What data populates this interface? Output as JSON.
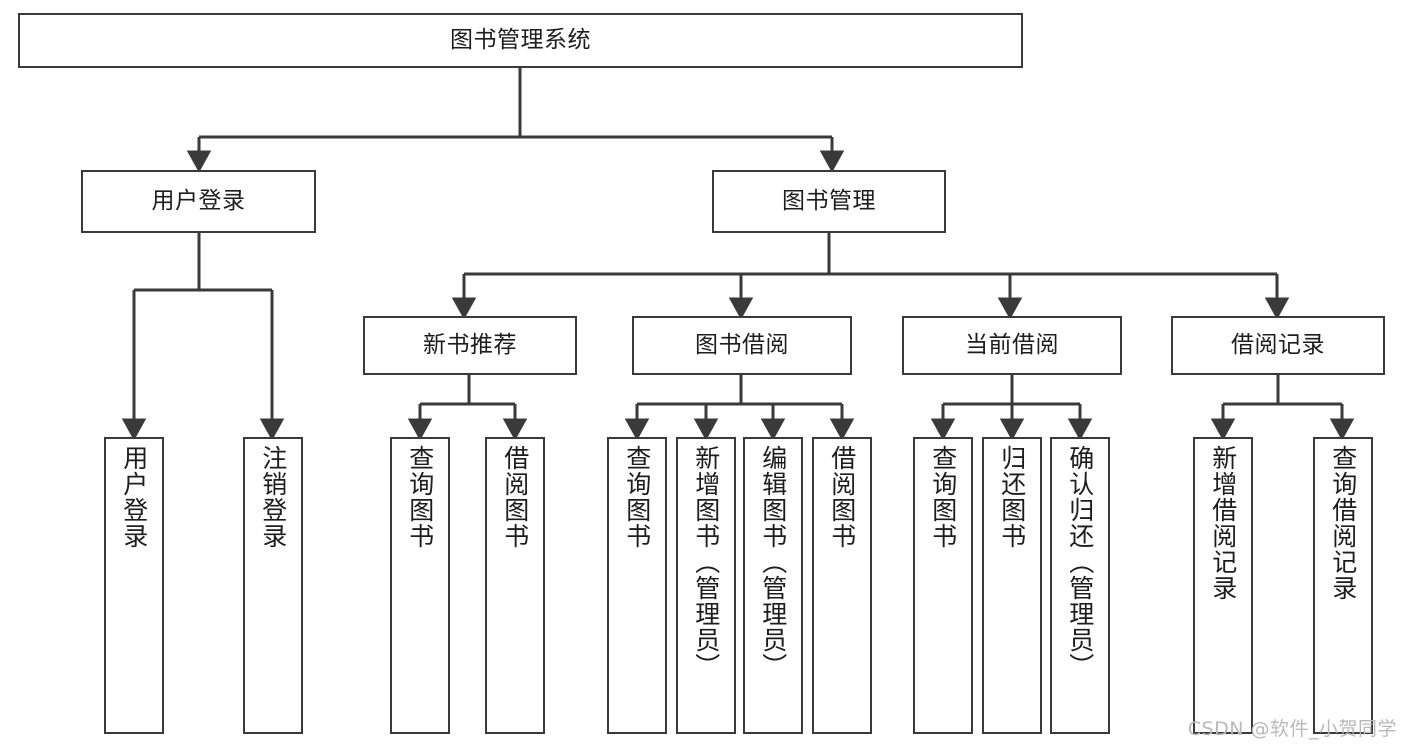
{
  "diagram": {
    "type": "tree-hierarchy",
    "title": "图书管理系统",
    "edge_color": "#3a3a3a",
    "box_border_color": "#3a3a3a",
    "box_fill_color": "#ffffff",
    "text_color": "#1d1d1d",
    "nodes": {
      "root": {
        "label": "图书管理系统"
      },
      "level2": [
        {
          "id": "user-login",
          "label": "用户登录"
        },
        {
          "id": "book-manage",
          "label": "图书管理"
        }
      ],
      "level3": [
        {
          "id": "new-book-recommend",
          "label": "新书推荐"
        },
        {
          "id": "book-borrow",
          "label": "图书借阅"
        },
        {
          "id": "current-borrow",
          "label": "当前借阅"
        },
        {
          "id": "borrow-record",
          "label": "借阅记录"
        }
      ],
      "leaves": {
        "user-login": [
          {
            "id": "leaf-user-login",
            "label": "用户登录"
          },
          {
            "id": "leaf-logout-login",
            "label": "注销登录"
          }
        ],
        "new-book-recommend": [
          {
            "id": "leaf-query-book-1",
            "label": "查询图书"
          },
          {
            "id": "leaf-borrow-book-1",
            "label": "借阅图书"
          }
        ],
        "book-borrow": [
          {
            "id": "leaf-query-book-2",
            "label": "查询图书"
          },
          {
            "id": "leaf-add-book",
            "label": "新增图书（管理员）"
          },
          {
            "id": "leaf-edit-book",
            "label": "编辑图书（管理员）"
          },
          {
            "id": "leaf-borrow-book-2",
            "label": "借阅图书"
          }
        ],
        "current-borrow": [
          {
            "id": "leaf-query-book-3",
            "label": "查询图书"
          },
          {
            "id": "leaf-return-book",
            "label": "归还图书"
          },
          {
            "id": "leaf-confirm-return",
            "label": "确认归还（管理员）"
          }
        ],
        "borrow-record": [
          {
            "id": "leaf-add-borrow-record",
            "label": "新增借阅记录"
          },
          {
            "id": "leaf-query-borrow-record",
            "label": "查询借阅记录"
          }
        ]
      }
    }
  },
  "watermark": {
    "text": "CSDN @软件_小贺同学"
  }
}
